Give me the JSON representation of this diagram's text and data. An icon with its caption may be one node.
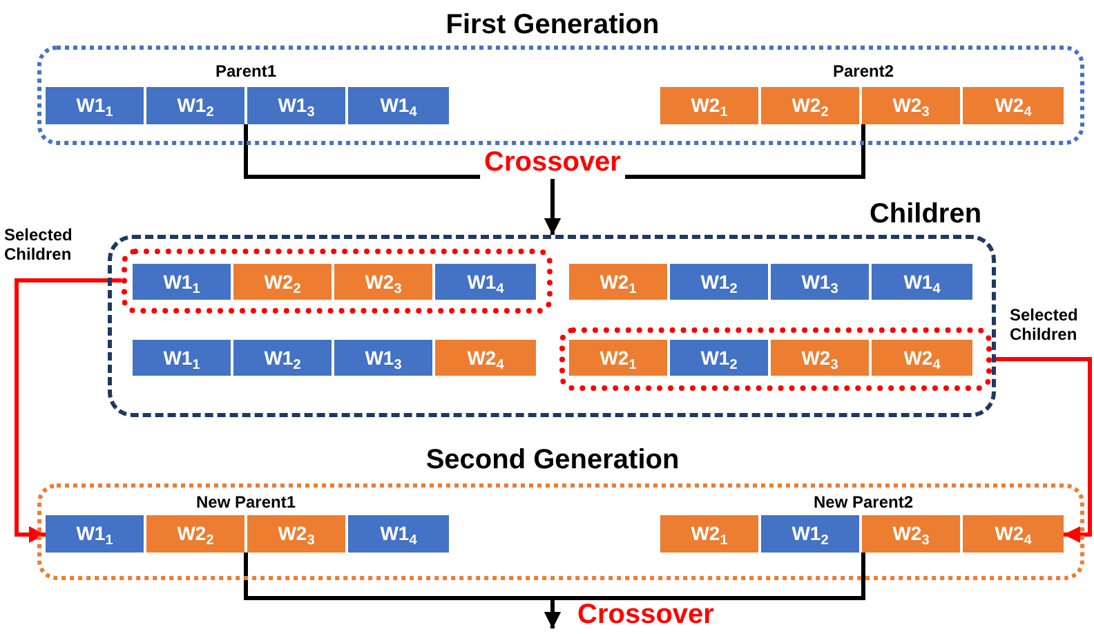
{
  "diagram": {
    "nodes": [
      {
        "text": [
          "First Generation"
        ]
      },
      {
        "text": [
          "Parent1"
        ],
        "in": 0
      },
      {
        "text": [
          "W1$_{1}$"
        ],
        "in": 1
      },
      {
        "text": [
          "W1$_{2}$"
        ],
        "in": 1
      },
      {
        "text": [
          "W1$_{3}$"
        ],
        "in": 1
      },
      {
        "text": [
          "W1$_{4}$"
        ],
        "in": 1
      },
      {
        "text": [
          "Parent2"
        ],
        "in": 0
      },
      {
        "text": [
          "W2$_{1}$"
        ],
        "in": 6
      },
      {
        "text": [
          "W2$_{2}$"
        ],
        "in": 6
      },
      {
        "text": [
          "W2$_{3}$"
        ],
        "in": 6
      },
      {
        "text": [
          "W2$_{4}$"
        ],
        "in": 6
      },
      {
        "text": [
          "Children"
        ]
      },
      {
        "text": [],
        "shape": "box",
        "in": 11
      },
      {
        "text": [],
        "shape": "bar",
        "in": 12
      },
      {
        "text": [
          "W1$_{1}$"
        ],
        "in": 13
      },
      {
        "text": [
          "W2$_{2}$"
        ],
        "in": 13
      },
      {
        "text": [
          "W2$_{3}$"
        ],
        "in": 13
      },
      {
        "text": [
          "W1$_{4}$"
        ],
        "in": 13
      },
      {
        "text": [],
        "shape": "bar",
        "in": 11
      },
      {
        "text": [
          "W2$_{1}$"
        ],
        "in": 18
      },
      {
        "text": [
          "W1$_{2}$"
        ],
        "in": 18
      },
      {
        "text": [
          "W1$_{3}$"
        ],
        "in": 18
      },
      {
        "text": [
          "W1$_{4}$"
        ],
        "in": 18
      },
      {
        "text": [],
        "shape": "bar",
        "in": 11
      },
      {
        "text": [
          "W1$_{1}$"
        ],
        "in": 23
      },
      {
        "text": [
          "W1$_{2}$"
        ],
        "in": 23
      },
      {
        "text": [
          "W1$_{3}$"
        ],
        "in": 23
      },
      {
        "text": [
          "W2$_{4}$"
        ],
        "in": 23
      },
      {
        "text": [],
        "shape": "box",
        "in": 11
      },
      {
        "text": [],
        "shape": "bar",
        "in": 28
      },
      {
        "text": [
          "W2$_{1}$"
        ],
        "in": 29
      },
      {
        "text": [
          "W1$_{2}$"
        ],
        "in": 29
      },
      {
        "text": [
          "W2$_{3}$"
        ],
        "in": 29
      },
      {
        "text": [
          "W2$_{4}$"
        ],
        "in": 29
      },
      {
        "text": [
          "Second Generation"
        ]
      },
      {
        "text": [
          "New Parent1"
        ],
        "in": 34
      },
      {
        "text": [
          "W1$_{1}$"
        ],
        "in": 35
      },
      {
        "text": [
          "W2$_{2}$"
        ],
        "in": 35
      },
      {
        "text": [
          "W2$_{3}$"
        ],
        "in": 35
      },
      {
        "text": [
          "W1$_{4}$"
        ],
        "in": 35
      },
      {
        "text": [
          "New Parent2"
        ],
        "in": 34
      },
      {
        "text": [
          "W2$_{1}$"
        ],
        "in": 40
      },
      {
        "text": [
          "W1$_{2}$"
        ],
        "in": 40
      },
      {
        "text": [
          "W2$_{3}$"
        ],
        "in": 40
      },
      {
        "text": [
          "W2$_{4}$"
        ],
        "in": 40
      }
    ],
    "edges": [
      {
        "from": 1,
        "to": 11,
        "arrow": "to",
        "label": "Crossover"
      },
      {
        "from": 6,
        "to": 11,
        "arrow": "to"
      },
      {
        "from": 12,
        "to": 35,
        "arrow": "to",
        "label": "Selected Children",
        "color": "#ff0000"
      },
      {
        "from": 28,
        "to": 40,
        "arrow": "to",
        "label": "Selected Children",
        "color": "#ff0000"
      },
      {
        "from": 35,
        "to": null,
        "arrow": "to",
        "label": "Crossover"
      },
      {
        "from": 40,
        "to": null,
        "arrow": "to"
      }
    ]
  }
}
